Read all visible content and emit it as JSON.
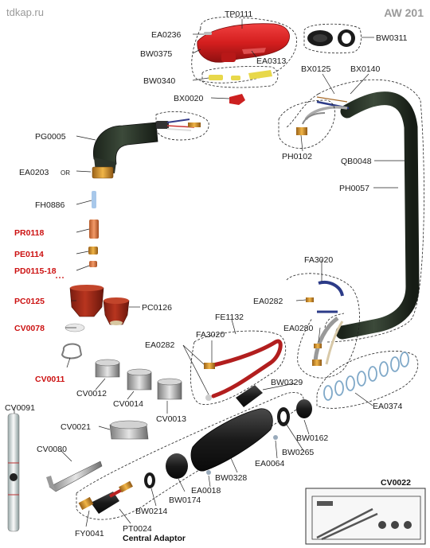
{
  "header": {
    "site": "tdkap.ru",
    "model": "AW 201"
  },
  "colors": {
    "accent_red_label": "#cc1111",
    "handle_red": "#d41e1e",
    "hose_dark": "#263024",
    "insulator_red": "#9e2616",
    "brass": "#c88a2a"
  },
  "labels": {
    "TP0111": "TP0111",
    "EA0236": "EA0236",
    "BW0375": "BW0375",
    "EA0313": "EA0313",
    "BW0340": "BW0340",
    "BX0020": "BX0020",
    "BW0311": "BW0311",
    "BX0125": "BX0125",
    "BX0140": "BX0140",
    "PH0102": "PH0102",
    "QB0048": "QB0048",
    "PH0057": "PH0057",
    "PG0005": "PG0005",
    "EA0203": "EA0203",
    "EA0203_or": "OR",
    "FH0886": "FH0886",
    "PR0118": "PR0118",
    "PE0114": "PE0114",
    "PD0115_18": "PD0115-18",
    "PC0125": "PC0125",
    "PC0126": "PC0126",
    "CV0078": "CV0078",
    "CV0011": "CV0011",
    "CV0012": "CV0012",
    "CV0014": "CV0014",
    "CV0013": "CV0013",
    "CV0021": "CV0021",
    "CV0091": "CV0091",
    "CV0080": "CV0080",
    "FA3020_top": "FA3020",
    "EA0282_top": "EA0282",
    "EA0280": "EA0280",
    "FE1132": "FE1132",
    "FA3020_mid": "FA3020",
    "EA0282_mid": "EA0282",
    "BW0329": "BW0329",
    "EA0374": "EA0374",
    "BW0162": "BW0162",
    "BW0265": "BW0265",
    "EA0064": "EA0064",
    "BW0328": "BW0328",
    "EA0018": "EA0018",
    "BW0174": "BW0174",
    "BW0214": "BW0214",
    "FY0041": "FY0041",
    "PT0024": "PT0024",
    "central_adaptor": "Central Adaptor",
    "CV0022": "CV0022"
  }
}
